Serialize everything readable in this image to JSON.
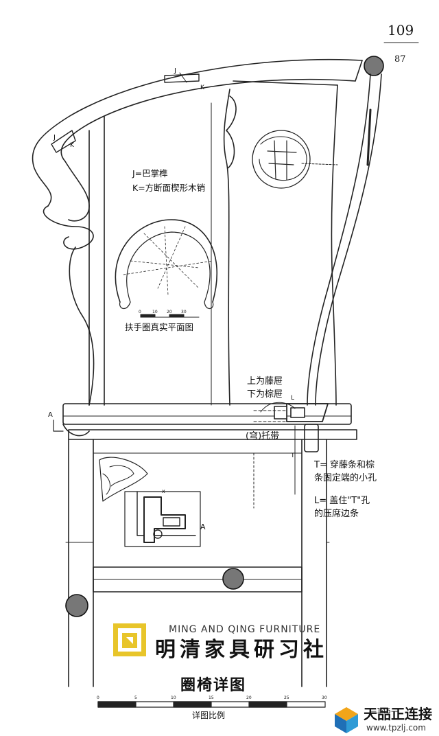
{
  "page": {
    "page_number": "109",
    "fig_ref": "87",
    "page_footer": "—145—"
  },
  "legend": {
    "j": "J=巴掌榫",
    "k": "K=方断面楔形木销"
  },
  "labels": {
    "j_top": "J",
    "k_top": "K",
    "j_left": "J",
    "k_left": "K",
    "l_mark": "L",
    "t_mark": "T",
    "a_left": "A",
    "a_center": "A",
    "x_mark": "x"
  },
  "plan_view": {
    "title": "扶手圈真实平面图",
    "scale_ticks": [
      "0",
      "10",
      "20",
      "30"
    ]
  },
  "seat_notes": {
    "layer_top": "上为藤屉",
    "layer_bottom": "下为棕屉",
    "tuodai": "(穹)托带",
    "t_note_1": "T= 穿藤条和棕",
    "t_note_2": "条固定端的小孔",
    "l_note_1": "L= 盖住\"T\"孔",
    "l_note_2": "的压席边条"
  },
  "watermark": {
    "english": "MING AND QING FURNITURE",
    "chinese": "明清家具研习社",
    "site_name": "天品正连接",
    "site_url": "www.tpzlj.com"
  },
  "caption": {
    "title": "圈椅详图",
    "scale_label": "详图比例",
    "scale_ticks": [
      "0",
      "5",
      "10",
      "15",
      "20",
      "25",
      "30"
    ]
  }
}
